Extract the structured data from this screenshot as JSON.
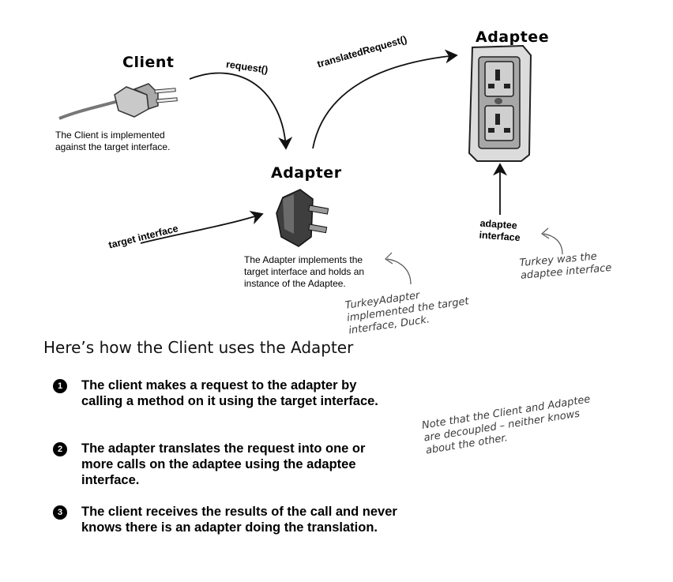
{
  "nodes": {
    "client": {
      "title": "Client",
      "caption": "The Client is implemented against the target interface."
    },
    "adapter": {
      "title": "Adapter",
      "caption": "The Adapter implements the target interface and holds an instance of the Adaptee."
    },
    "adaptee": {
      "title": "Adaptee"
    }
  },
  "edges": {
    "request": "request()",
    "translated_request": "translatedRequest()",
    "target_interface": "target interface",
    "adaptee_interface": "adaptee interface"
  },
  "notes": {
    "turkey_adapter": "TurkeyAdapter implemented the target interface, Duck.",
    "turkey_adaptee": "Turkey was the adaptee interface",
    "decoupled": "Note that the Client and Adaptee are decoupled – neither knows about the other."
  },
  "section": {
    "heading": "Here’s how the Client uses the Adapter",
    "steps": [
      {
        "number": "1",
        "text": "The client makes a request to the adapter by calling a method on it using the target interface."
      },
      {
        "number": "2",
        "text": "The adapter translates the request into one or more calls on the adaptee using the adaptee interface."
      },
      {
        "number": "3",
        "text": "The client receives the results of the call and never knows there is an adapter doing the translation."
      }
    ]
  }
}
